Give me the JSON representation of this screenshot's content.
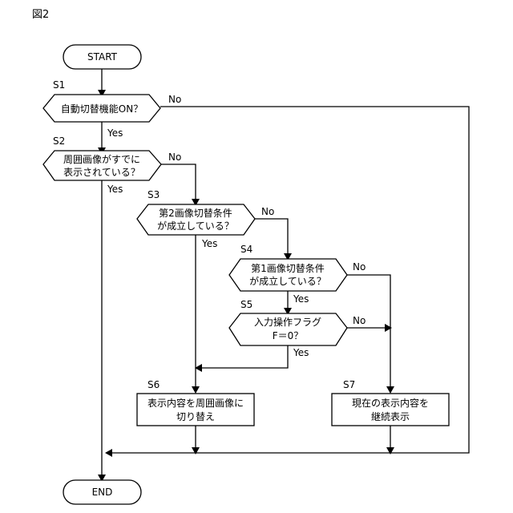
{
  "figure_label": "図2",
  "nodes": {
    "start": "START",
    "end": "END",
    "s1": {
      "step": "S1",
      "text": "自動切替機能ON？",
      "yes": "Yes",
      "no": "No"
    },
    "s2": {
      "step": "S2",
      "line1": "周囲画像がすでに",
      "line2": "表示されている？",
      "yes": "Yes",
      "no": "No"
    },
    "s3": {
      "step": "S3",
      "line1": "第2画像切替条件",
      "line2": "が成立している？",
      "yes": "Yes",
      "no": "No"
    },
    "s4": {
      "step": "S4",
      "line1": "第1画像切替条件",
      "line2": "が成立している？",
      "yes": "Yes",
      "no": "No"
    },
    "s5": {
      "step": "S5",
      "line1": "入力操作フラグ",
      "line2": "F＝0？",
      "yes": "Yes",
      "no": "No"
    },
    "s6": {
      "step": "S6",
      "line1": "表示内容を周囲画像に",
      "line2": "切り替え"
    },
    "s7": {
      "step": "S7",
      "line1": "現在の表示内容を",
      "line2": "継続表示"
    }
  }
}
